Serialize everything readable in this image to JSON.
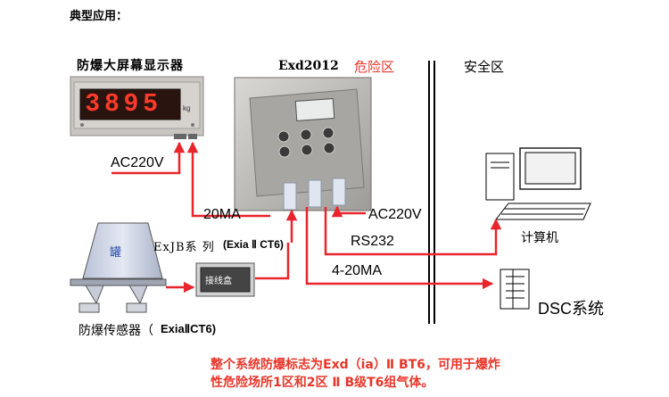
{
  "heading": "典型应用：",
  "display": {
    "title": "防爆大屏幕显示器",
    "reading": "3895",
    "unit": "kg"
  },
  "enclosure": {
    "model": "Exd2012"
  },
  "zones": {
    "hazardous": "危险区",
    "safe": "安全区"
  },
  "connections": {
    "display_power": "AC220V",
    "display_signal": "20MA",
    "enclosure_power": "AC220V",
    "computer_link": "RS232",
    "dcs_link": "4-20MA"
  },
  "tank": {
    "label": "罐"
  },
  "junction": {
    "series": "ExJB系 列",
    "rating": "(Exia Ⅱ CT6)",
    "box_label": "接线盒"
  },
  "sensor": {
    "label": "防爆传感器（",
    "rating": "ExiaⅡCT6)"
  },
  "computer": {
    "label": "计算机"
  },
  "dcs": {
    "label": "DSC系统"
  },
  "note": {
    "line1": "整个系统防爆标志为Exd（ia）Ⅱ BT6，可用于爆炸",
    "line2": "性危险场所1区和2区 Ⅱ B级T6组气体。"
  },
  "colors": {
    "wire": "#e8242c",
    "accent_text": "#e8362a",
    "panel": "#b8b6b2"
  }
}
